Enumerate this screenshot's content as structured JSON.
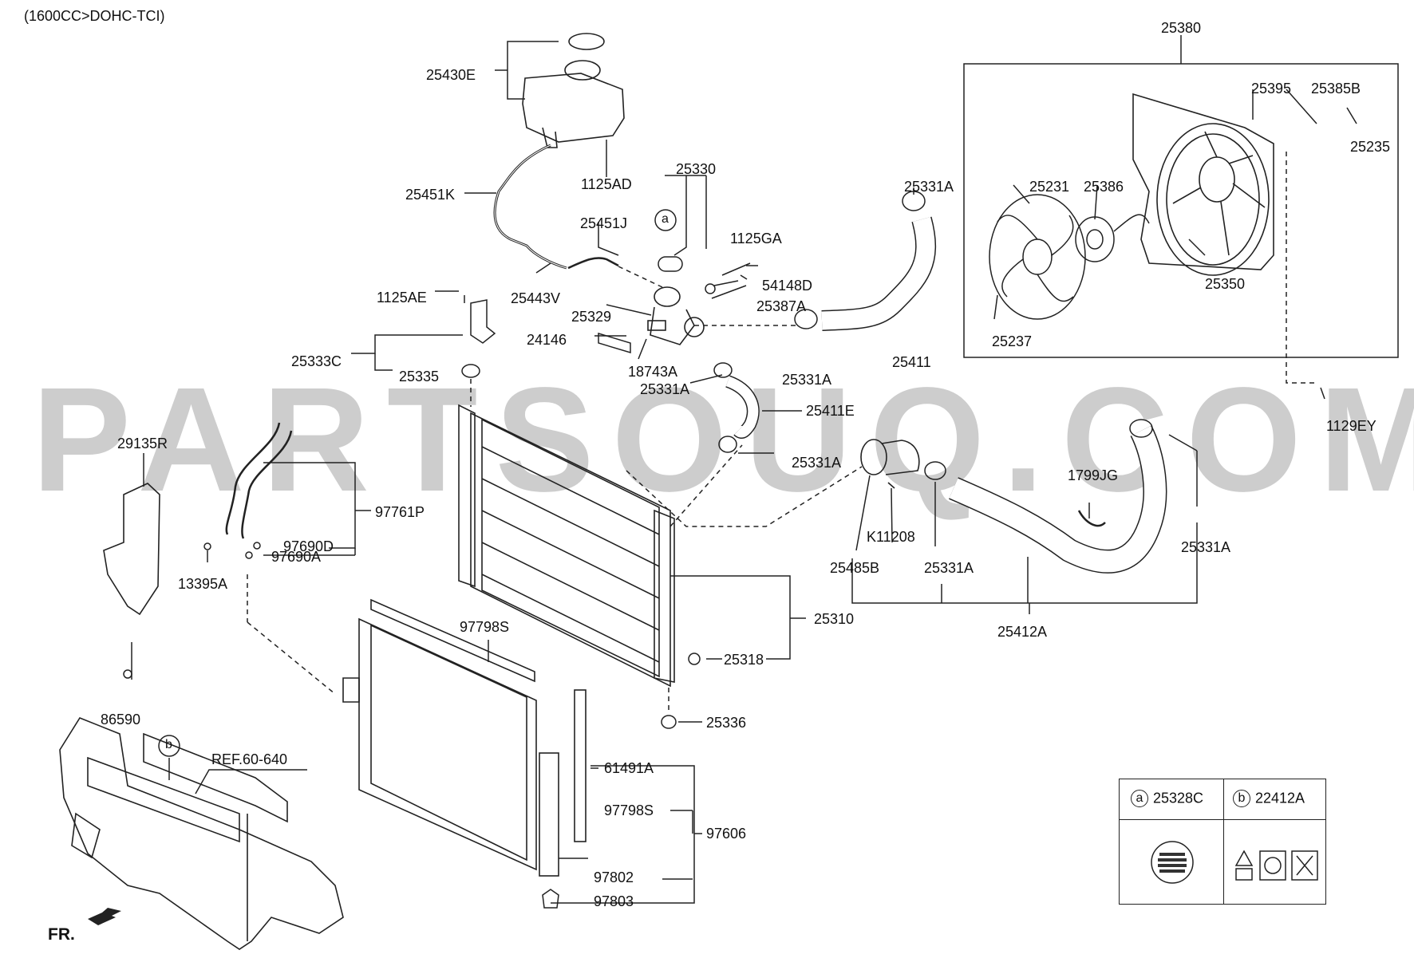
{
  "header": {
    "variant": "(1600CC>DOHC-TCI)"
  },
  "watermark": "PARTSOUQ.COM",
  "direction": {
    "label": "FR."
  },
  "callouts": {
    "a": "a",
    "b": "b"
  },
  "parts": {
    "p25380": "25380",
    "p25430E": "25430E",
    "p1125AD": "1125AD",
    "p25451K": "25451K",
    "p25330": "25330",
    "p25451J": "25451J",
    "p1125GA": "1125GA",
    "p54148D": "54148D",
    "p25443V": "25443V",
    "p1125AE": "1125AE",
    "p25329": "25329",
    "p25387A": "25387A",
    "p24146": "24146",
    "p18743A": "18743A",
    "p25333C": "25333C",
    "p25335": "25335",
    "p25331A_1": "25331A",
    "p25331A_2": "25331A",
    "p25331A_3": "25331A",
    "p25331A_4": "25331A",
    "p25331A_5": "25331A",
    "p25331A_6": "25331A",
    "p25411": "25411",
    "p25411E": "25411E",
    "p25395": "25395",
    "p25385B": "25385B",
    "p25235": "25235",
    "p25231": "25231",
    "p25386": "25386",
    "p25350": "25350",
    "p25237": "25237",
    "p1129EY": "1129EY",
    "p29135R": "29135R",
    "p97761P": "97761P",
    "p97690D": "97690D",
    "p97690A": "97690A",
    "p13395A": "13395A",
    "p1799JG": "1799JG",
    "pK11208": "K11208",
    "p25485B": "25485B",
    "p25412A": "25412A",
    "p25310": "25310",
    "p97798S_1": "97798S",
    "p97798S_2": "97798S",
    "p25318": "25318",
    "p86590": "86590",
    "p25336": "25336",
    "pREF": "REF.60-640",
    "p61491A": "61491A",
    "p97606": "97606",
    "p97802": "97802",
    "p97803": "97803"
  },
  "legend": {
    "a_letter": "a",
    "a_part": "25328C",
    "b_letter": "b",
    "b_part": "22412A"
  }
}
